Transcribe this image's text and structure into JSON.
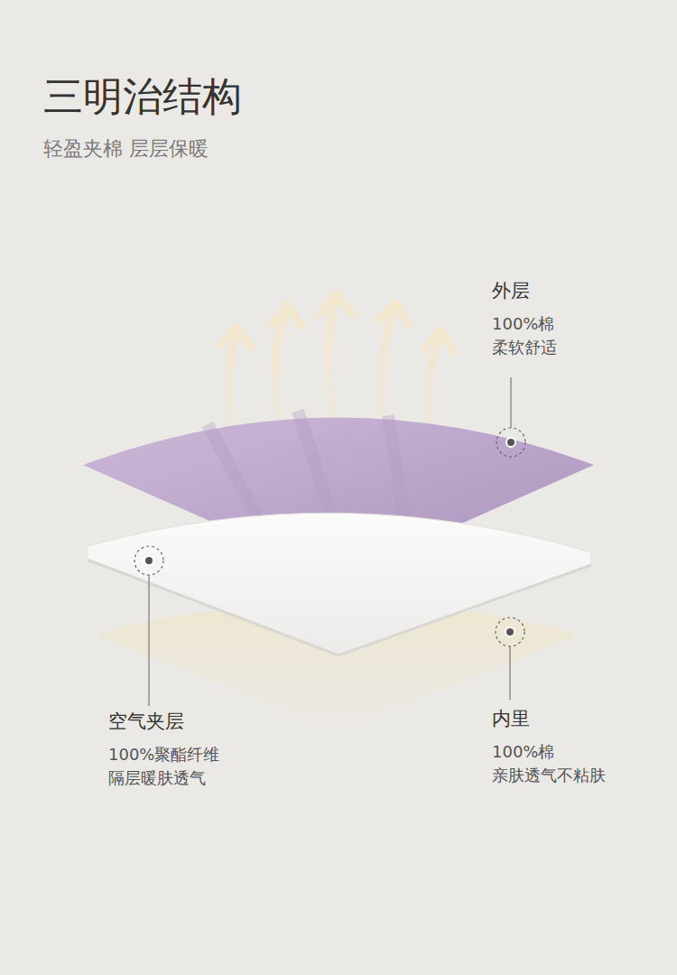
{
  "diagram": {
    "title": "三明治结构",
    "labels": [
      "轻盈夹棉 层层保暖",
      "外层",
      "100%棉",
      "柔软舒适",
      "空气夹层",
      "100%聚酯纤维",
      "隔层暖肤透气",
      "内里",
      "100%棉",
      "亲肤透气不粘肤"
    ]
  }
}
